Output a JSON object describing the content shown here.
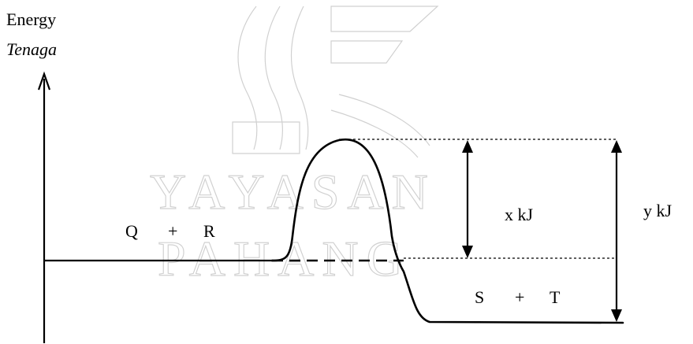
{
  "y_axis_label": "Energy",
  "y_axis_label_alt": "Tenaga",
  "reactants": {
    "left": "Q",
    "plus": "+",
    "right": "R"
  },
  "products": {
    "left": "S",
    "plus": "+",
    "right": "T"
  },
  "activation_energy_label": "x kJ",
  "total_drop_label": "y kJ",
  "watermark": [
    "YAYASAN",
    "PAHANG"
  ]
}
